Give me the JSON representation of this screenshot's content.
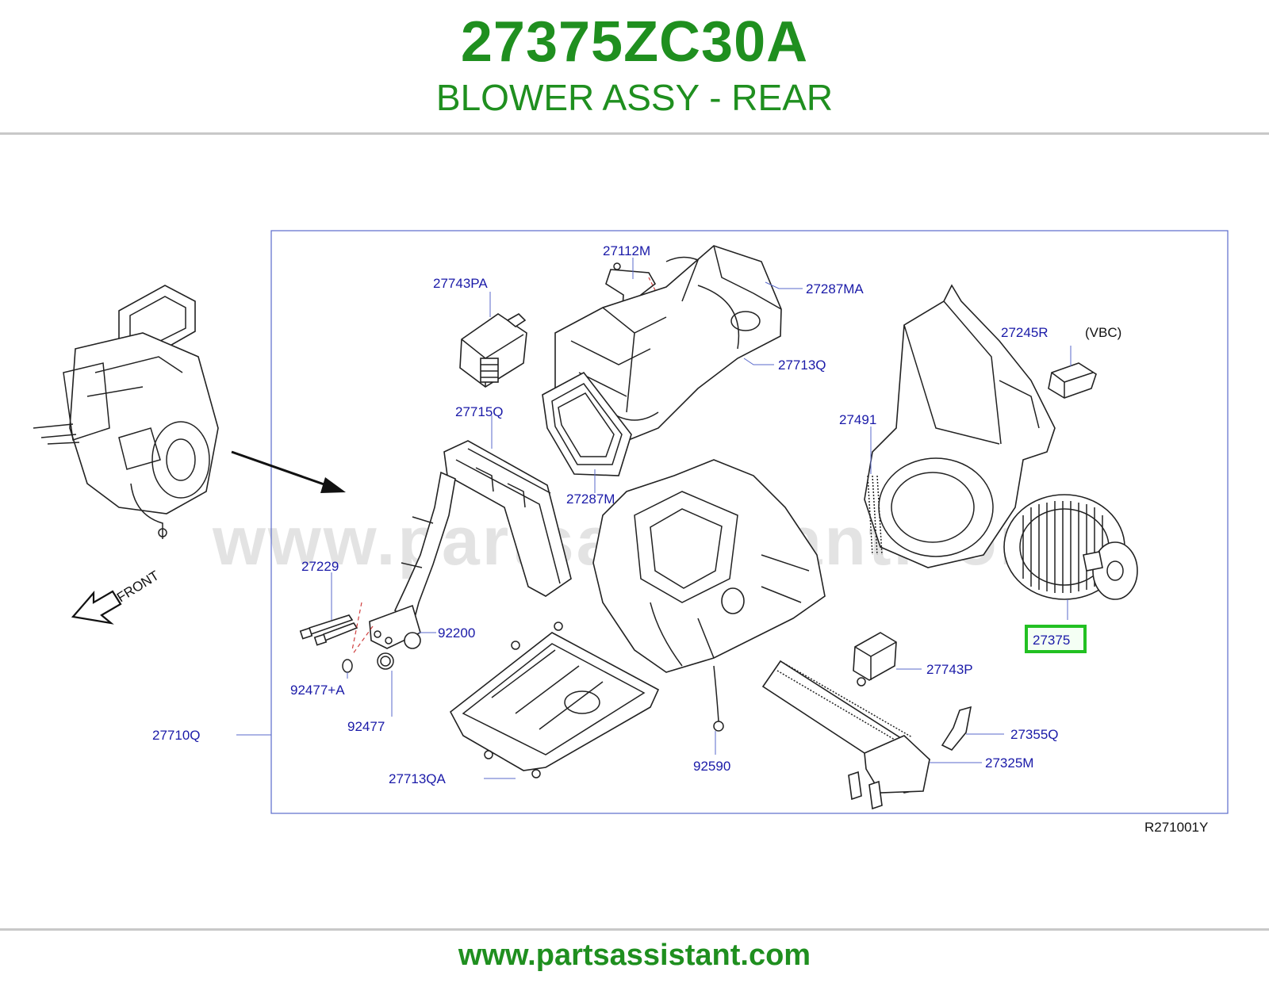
{
  "header": {
    "part_number": "27375ZC30A",
    "part_name": "BLOWER ASSY - REAR"
  },
  "diagram": {
    "watermark": "www.partsassistant.com",
    "direction_label": "FRONT",
    "variant_note": "(VBC)",
    "reference_code": "R271001Y",
    "highlighted_part": "27375",
    "highlight_color": "#22c022",
    "callout_color": "#1a1aa8",
    "title_color": "#1f8f1f",
    "callouts": [
      "27112M",
      "27743PA",
      "27287MA",
      "27713Q",
      "27715Q",
      "27287M",
      "27229",
      "92200",
      "92477+A",
      "92477",
      "27710Q",
      "27713QA",
      "92590",
      "27245R",
      "27491",
      "27375",
      "27743P",
      "27355Q",
      "27325M"
    ]
  },
  "footer": {
    "url": "www.partsassistant.com"
  }
}
